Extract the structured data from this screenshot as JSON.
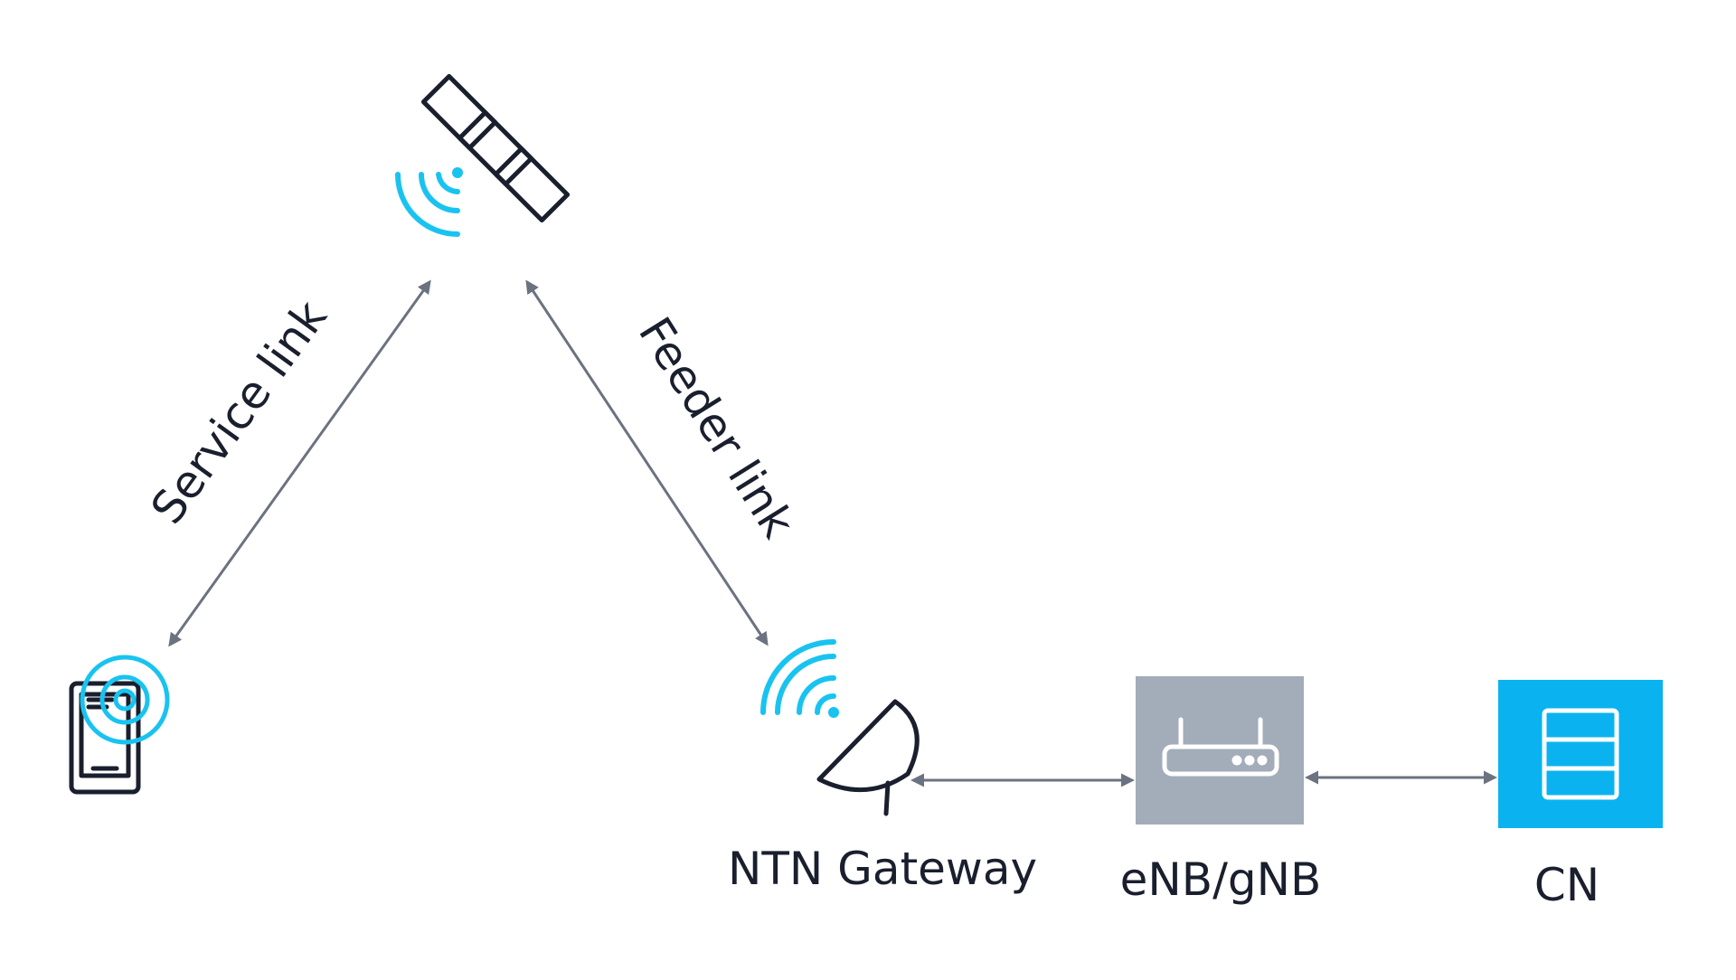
{
  "nodes": {
    "satellite": {
      "icon": "satellite-icon"
    },
    "ue": {
      "icon": "smartphone-icon"
    },
    "gateway": {
      "icon": "satellite-dish-icon",
      "label": "NTN Gateway"
    },
    "enb": {
      "icon": "router-icon",
      "label": "eNB/gNB"
    },
    "cn": {
      "icon": "server-stack-icon",
      "label": "CN"
    }
  },
  "links": {
    "service": "Service link",
    "feeder": "Feeder link"
  },
  "colors": {
    "signal": "#19c3f0",
    "outline": "#1a1f2e",
    "arrow": "#6b7280",
    "enb_box": "#a3acb9",
    "cn_box": "#0ab3ef"
  }
}
